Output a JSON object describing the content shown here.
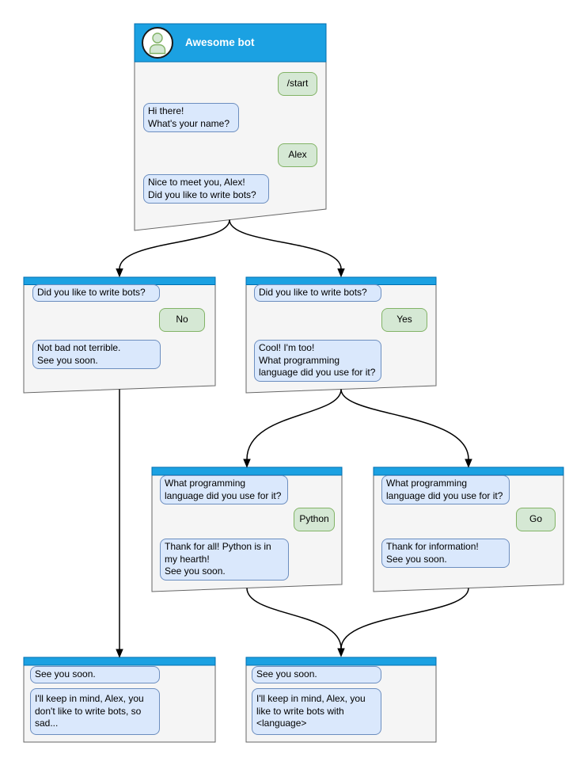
{
  "colors": {
    "header_blue": "#1BA1E2",
    "header_border": "#006EAF",
    "window_bg": "#F5F5F5",
    "window_border": "#666666",
    "bot_bubble_bg": "#DAE8FC",
    "bot_bubble_border": "#6C8EBF",
    "user_bubble_bg": "#D5E8D4",
    "user_bubble_border": "#82B366",
    "arrow": "#000000",
    "title_text": "#FFFFFF"
  },
  "windows": {
    "main": {
      "title": "Awesome bot",
      "avatar_icon": "person-icon",
      "messages": [
        {
          "from": "user",
          "text": "/start"
        },
        {
          "from": "bot",
          "text": "Hi there!\nWhat's your name?"
        },
        {
          "from": "user",
          "text": "Alex"
        },
        {
          "from": "bot",
          "text": "Nice to meet you, Alex!\nDid you like to write bots?"
        }
      ]
    },
    "branch_no": {
      "messages": [
        {
          "from": "bot",
          "text": "Did you like to write bots?"
        },
        {
          "from": "user",
          "text": "No"
        },
        {
          "from": "bot",
          "text": "Not bad not terrible.\nSee you soon."
        }
      ]
    },
    "branch_yes": {
      "messages": [
        {
          "from": "bot",
          "text": "Did you like to write bots?"
        },
        {
          "from": "user",
          "text": "Yes"
        },
        {
          "from": "bot",
          "text": "Cool! I'm too!\nWhat programming\nlanguage did you use for it?"
        }
      ]
    },
    "lang_python": {
      "messages": [
        {
          "from": "bot",
          "text": "What programming\nlanguage did you use for it?"
        },
        {
          "from": "user",
          "text": "Python"
        },
        {
          "from": "bot",
          "text": "Thank for all! Python is in\nmy hearth!\nSee you soon."
        }
      ]
    },
    "lang_go": {
      "messages": [
        {
          "from": "bot",
          "text": "What programming\nlanguage did you use for it?"
        },
        {
          "from": "user",
          "text": "Go"
        },
        {
          "from": "bot",
          "text": "Thank for information!\nSee you soon."
        }
      ]
    },
    "end_no": {
      "messages": [
        {
          "from": "bot",
          "text": "See you soon."
        },
        {
          "from": "bot",
          "text": "I'll keep in mind, Alex, you\ndon't like to write bots, so\nsad..."
        }
      ]
    },
    "end_yes": {
      "messages": [
        {
          "from": "bot",
          "text": "See you soon."
        },
        {
          "from": "bot",
          "text": "I'll keep in mind, Alex, you\nlike to write bots with\n<language>"
        }
      ]
    }
  },
  "flow": [
    {
      "from": "main",
      "to": "branch_no"
    },
    {
      "from": "main",
      "to": "branch_yes"
    },
    {
      "from": "branch_no",
      "to": "end_no"
    },
    {
      "from": "branch_yes",
      "to": "lang_python"
    },
    {
      "from": "branch_yes",
      "to": "lang_go"
    },
    {
      "from": "lang_python",
      "to": "end_yes"
    },
    {
      "from": "lang_go",
      "to": "end_yes"
    }
  ]
}
